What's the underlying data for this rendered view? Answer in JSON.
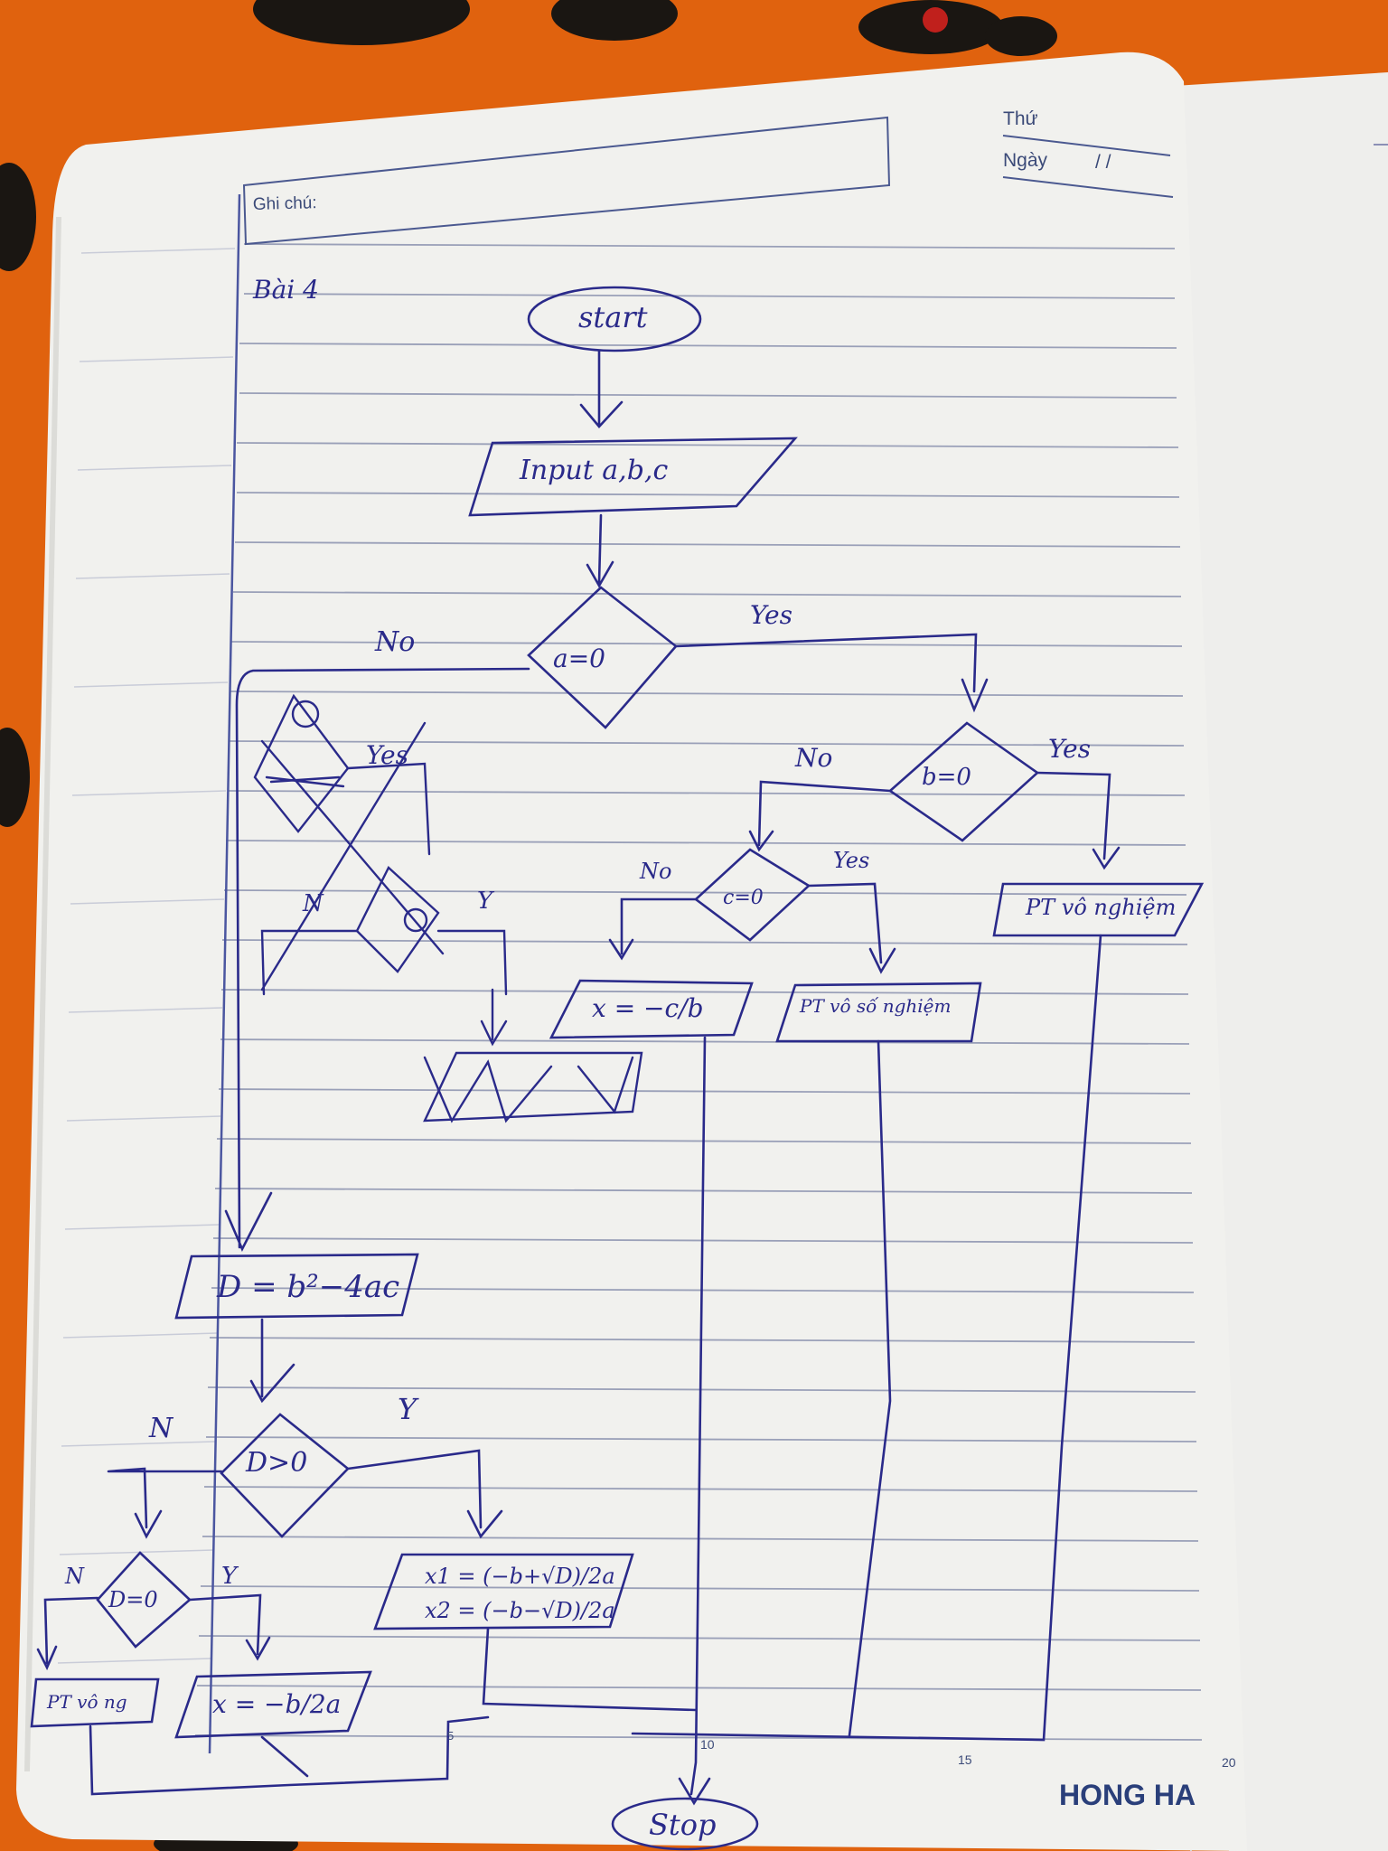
{
  "header": {
    "thu_label": "Thứ",
    "ngay_label": "Ngày",
    "date_slashes": "/      /",
    "note_label": "Ghi chú:"
  },
  "heading": "Bài 4",
  "flowchart": {
    "start": "start",
    "input": "Input a,b,c",
    "cond_a": "a=0",
    "yes1": "Yes",
    "no1": "No",
    "cond_b": "b=0",
    "no2": "No",
    "yes2": "Yes",
    "cond_c": "c=0",
    "no3": "No",
    "yes3": "Yes",
    "pt_vo_nghiem": "PT vô nghiệm",
    "x_eq_neg_c_b": "x = −c/b",
    "pt_vo_so_nghiem": "PT vô số nghiệm",
    "delta": "D = b²−4ac",
    "cond_d_gt": "D>0",
    "n1": "N",
    "y1": "Y",
    "cond_d_eq": "D=0",
    "n2": "N",
    "y2": "Y",
    "pt_vo_ng": "PT vô ng",
    "x_eq_neg_b_2a": "x = −b/2a",
    "x1": "x1 = (−b+√D)/2a",
    "x2": "x2 = (−b−√D)/2a",
    "stop": "Stop"
  },
  "scribbles": {
    "yes": "Yes",
    "n": "N",
    "y": "Y"
  },
  "ruler": [
    "5",
    "10",
    "15",
    "20"
  ],
  "brand": "HONG HA",
  "colors": {
    "background": "#e0620e",
    "paper": "#f1f1ee",
    "ink": "#2a2a8a",
    "print": "#3b4a78"
  }
}
